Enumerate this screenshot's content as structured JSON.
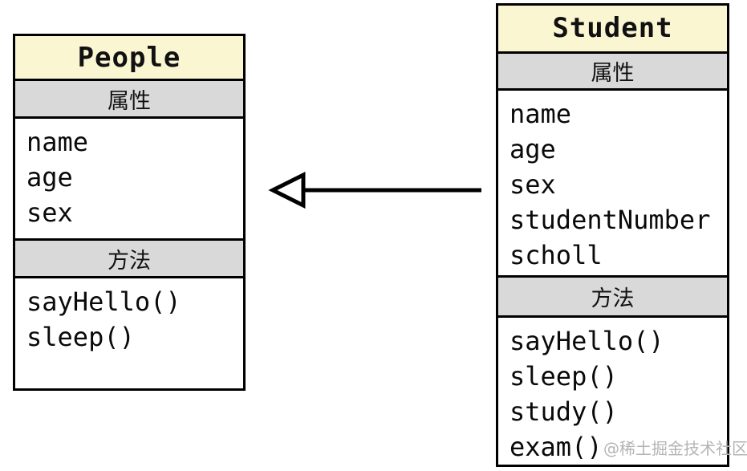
{
  "diagram": {
    "people": {
      "title": "People",
      "attributes_label": "属性",
      "methods_label": "方法",
      "attributes": [
        "name",
        "age",
        "sex"
      ],
      "methods": [
        "sayHello()",
        "sleep()"
      ]
    },
    "student": {
      "title": "Student",
      "attributes_label": "属性",
      "methods_label": "方法",
      "attributes": [
        "name",
        "age",
        "sex",
        "studentNumber",
        "scholl"
      ],
      "methods": [
        "sayHello()",
        "sleep()",
        "study()",
        "exam()"
      ]
    },
    "relationship": {
      "type": "inheritance",
      "from": "Student",
      "to": "People"
    },
    "watermark": "@稀土掘金技术社区"
  },
  "colors": {
    "header_fill": "#FBF6D2",
    "section_fill": "#D9D9D9",
    "border": "#000000",
    "watermark": "#B4B4B4",
    "background": "#FFFFFF"
  }
}
